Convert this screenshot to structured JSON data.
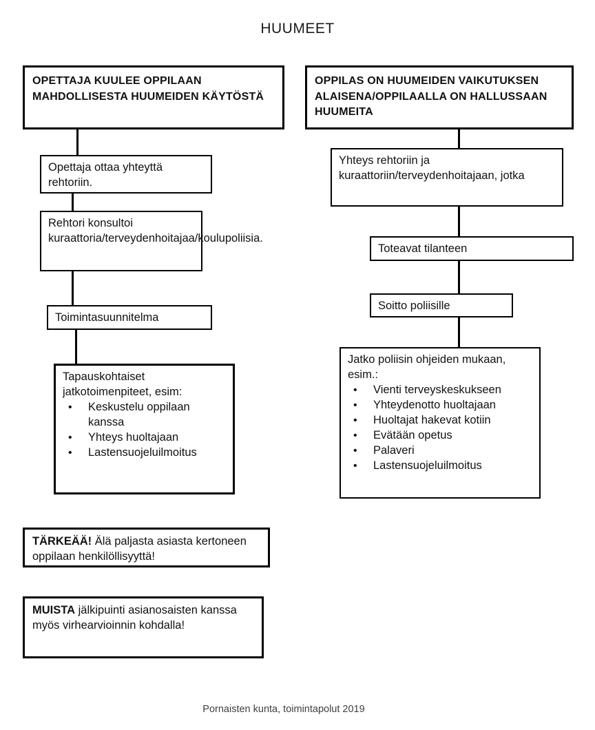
{
  "title": "HUUMEET",
  "footer": "Pornaisten kunta, toimintapolut  2019",
  "left_column": {
    "header": "OPETTAJA KUULEE OPPILAAN MAHDOLLISESTA HUUMEIDEN KÄYTÖSTÄ",
    "steps": [
      {
        "text": "Opettaja ottaa yhteyttä rehtoriin."
      },
      {
        "text": "Rehtori konsultoi kuraattoria/terveydenhoitajaa/koulupoliisia."
      },
      {
        "text": "Toimintasuunnitelma"
      }
    ],
    "outcome": {
      "lead": "Tapauskohtaiset jatkotoimenpiteet, esim:",
      "bullets": [
        "Keskustelu oppilaan kanssa",
        "Yhteys huoltajaan",
        "Lastensuojeluilmoitus"
      ]
    }
  },
  "right_column": {
    "header": "OPPILAS ON HUUMEIDEN VAIKUTUKSEN ALAISENA/OPPILAALLA ON HALLUSSAAN HUUMEITA",
    "steps": [
      {
        "text": "Yhteys rehtoriin ja kuraattoriin/terveydenhoitajaan, jotka"
      },
      {
        "text": "Toteavat tilanteen"
      },
      {
        "text": "Soitto poliisille"
      }
    ],
    "outcome": {
      "lead": "Jatko poliisin ohjeiden mukaan, esim.:",
      "bullets": [
        "Vienti terveyskeskukseen",
        "Yhteydenotto huoltajaan",
        "Huoltajat hakevat kotiin",
        "Evätään opetus",
        "Palaveri",
        "Lastensuojeluilmoitus"
      ]
    }
  },
  "notes": [
    {
      "emphasis": "TÄRKEÄÄ!",
      "text": " Älä paljasta asiasta kertoneen  oppilaan henkilöllisyyttä!"
    },
    {
      "emphasis": "MUISTA",
      "text": " jälkipuinti asianosaisten kanssa myös virhearvioinnin kohdalla!"
    }
  ]
}
